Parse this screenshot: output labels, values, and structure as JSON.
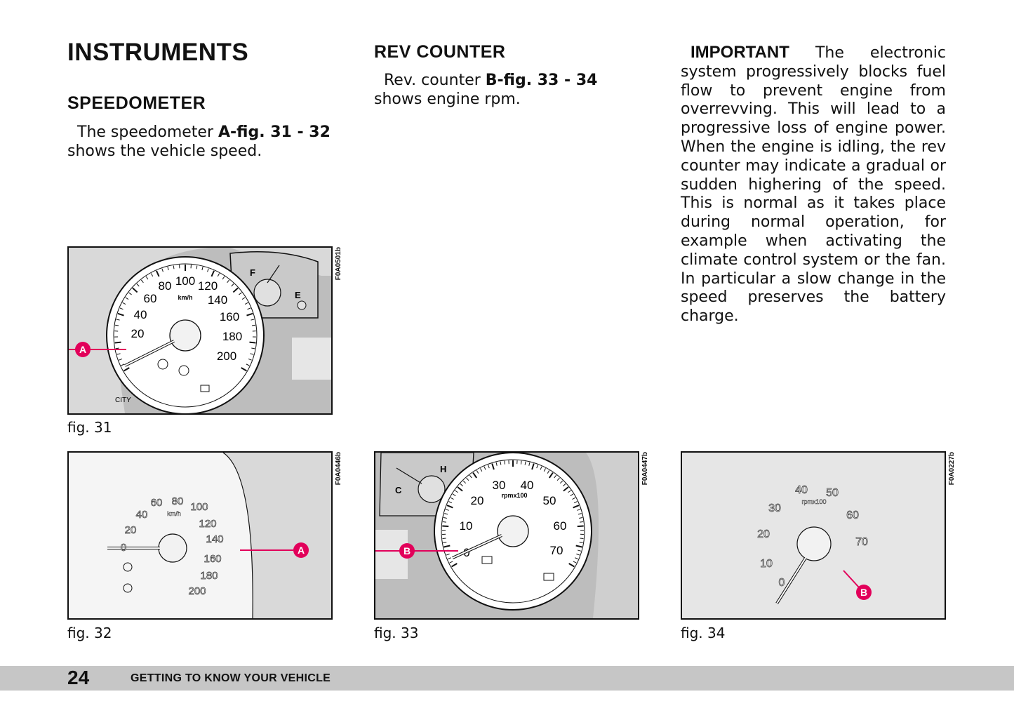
{
  "col1": {
    "title": "INSTRUMENTS",
    "subtitle": "SPEEDOMETER",
    "p1": "The speedometer",
    "p1_ref": "A-fig. 31 - 32",
    "p1_end": "shows the vehicle speed."
  },
  "col2": {
    "title": "REV COUNTER",
    "p1": "Rev. counter",
    "p1_ref": "B-fig. 33 - 34",
    "p1_end": "shows engine rpm."
  },
  "col3": {
    "lead": "IMPORTANT",
    "text": "The electronic system progressively blocks fuel flow to prevent engine from overrevving. This will lead to a progressive loss of engine power. When the engine is idling, the rev counter may indicate a gradual or sudden highering of the speed. This is normal as it takes place during normal operation, for example when activating the climate control system or the fan. In particular a slow change in the speed preserves the battery charge."
  },
  "figures": {
    "fig31": {
      "caption": "fig. 31",
      "code": "F0A0501b",
      "callout": "A",
      "unit": "km/h",
      "city": "CITY",
      "fuel_full": "F",
      "fuel_empty": "E",
      "scale": [
        "20",
        "40",
        "60",
        "80",
        "100",
        "120",
        "140",
        "160",
        "180",
        "200"
      ]
    },
    "fig32": {
      "caption": "fig. 32",
      "code": "F0A0446b",
      "callout": "A",
      "unit": "km/h",
      "scale": [
        "0",
        "20",
        "40",
        "60",
        "80",
        "100",
        "120",
        "140",
        "160",
        "180",
        "200"
      ]
    },
    "fig33": {
      "caption": "fig. 33",
      "code": "F0A0447b",
      "callout": "B",
      "unit": "rpmx100",
      "temp_cold": "C",
      "temp_hot": "H",
      "scale": [
        "0",
        "10",
        "20",
        "30",
        "40",
        "50",
        "60",
        "70"
      ]
    },
    "fig34": {
      "caption": "fig. 34",
      "code": "F0A0227b",
      "callout": "B",
      "unit": "rpmx100",
      "scale": [
        "0",
        "10",
        "20",
        "30",
        "40",
        "50",
        "60",
        "70"
      ]
    }
  },
  "footer": {
    "page": "24",
    "title": "GETTING TO KNOW YOUR VEHICLE"
  },
  "colors": {
    "callout": "#e2005a",
    "panel": "#d9d9d9",
    "footer_bar": "#c6c6c6"
  }
}
